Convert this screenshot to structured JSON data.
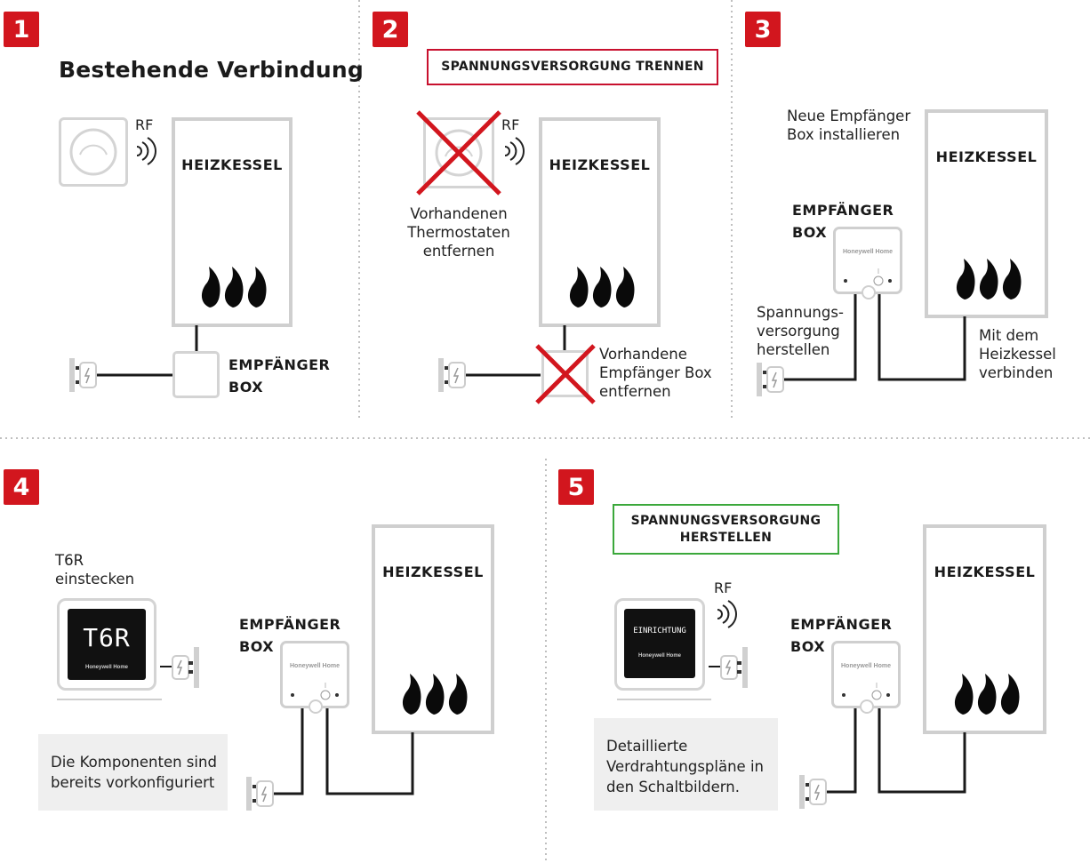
{
  "steps": {
    "s1": {
      "number": "1",
      "title": "Bestehende Verbindung",
      "rf": "RF",
      "boiler": "HEIZKESSEL",
      "receiver_l1": "EMPFÄNGER",
      "receiver_l2": "BOX"
    },
    "s2": {
      "number": "2",
      "callout": "SPANNUNGSVERSORGUNG TRENNEN",
      "rf": "RF",
      "boiler": "HEIZKESSEL",
      "remove_thermostat_l1": "Vorhandenen",
      "remove_thermostat_l2": "Thermostaten",
      "remove_thermostat_l3": "entfernen",
      "remove_receiver_l1": "Vorhandene",
      "remove_receiver_l2": "Empfänger Box",
      "remove_receiver_l3": "entfernen"
    },
    "s3": {
      "number": "3",
      "install_l1": "Neue Empfänger",
      "install_l2": "Box installieren",
      "boiler": "HEIZKESSEL",
      "receiver_l1": "EMPFÄNGER",
      "receiver_l2": "BOX",
      "brand": "Honeywell Home",
      "power_l1": "Spannungs-",
      "power_l2": "versorgung",
      "power_l3": "herstellen",
      "connect_l1": "Mit dem",
      "connect_l2": "Heizkessel",
      "connect_l3": "verbinden"
    },
    "s4": {
      "number": "4",
      "plug_l1": "T6R",
      "plug_l2": "einstecken",
      "screen_text": "T6R",
      "brand": "Honeywell Home",
      "receiver_l1": "EMPFÄNGER",
      "receiver_l2": "BOX",
      "boiler": "HEIZKESSEL",
      "note_l1": "Die Komponenten sind",
      "note_l2": "bereits vorkonfiguriert"
    },
    "s5": {
      "number": "5",
      "callout_l1": "SPANNUNGSVERSORGUNG",
      "callout_l2": "HERSTELLEN",
      "rf": "RF",
      "screen_text": "EINRICHTUNG",
      "brand": "Honeywell Home",
      "receiver_l1": "EMPFÄNGER",
      "receiver_l2": "BOX",
      "boiler": "HEIZKESSEL",
      "note_l1": "Detaillierte",
      "note_l2": "Verdrahtungspläne in",
      "note_l3": "den Schaltbildern."
    }
  },
  "colors": {
    "badge": "#d2161e",
    "cross": "#d2161e",
    "callout_red": "#c8102e",
    "callout_green": "#3ba83b",
    "device_gray": "#cfcfcf",
    "wire": "#1a1a1a"
  }
}
